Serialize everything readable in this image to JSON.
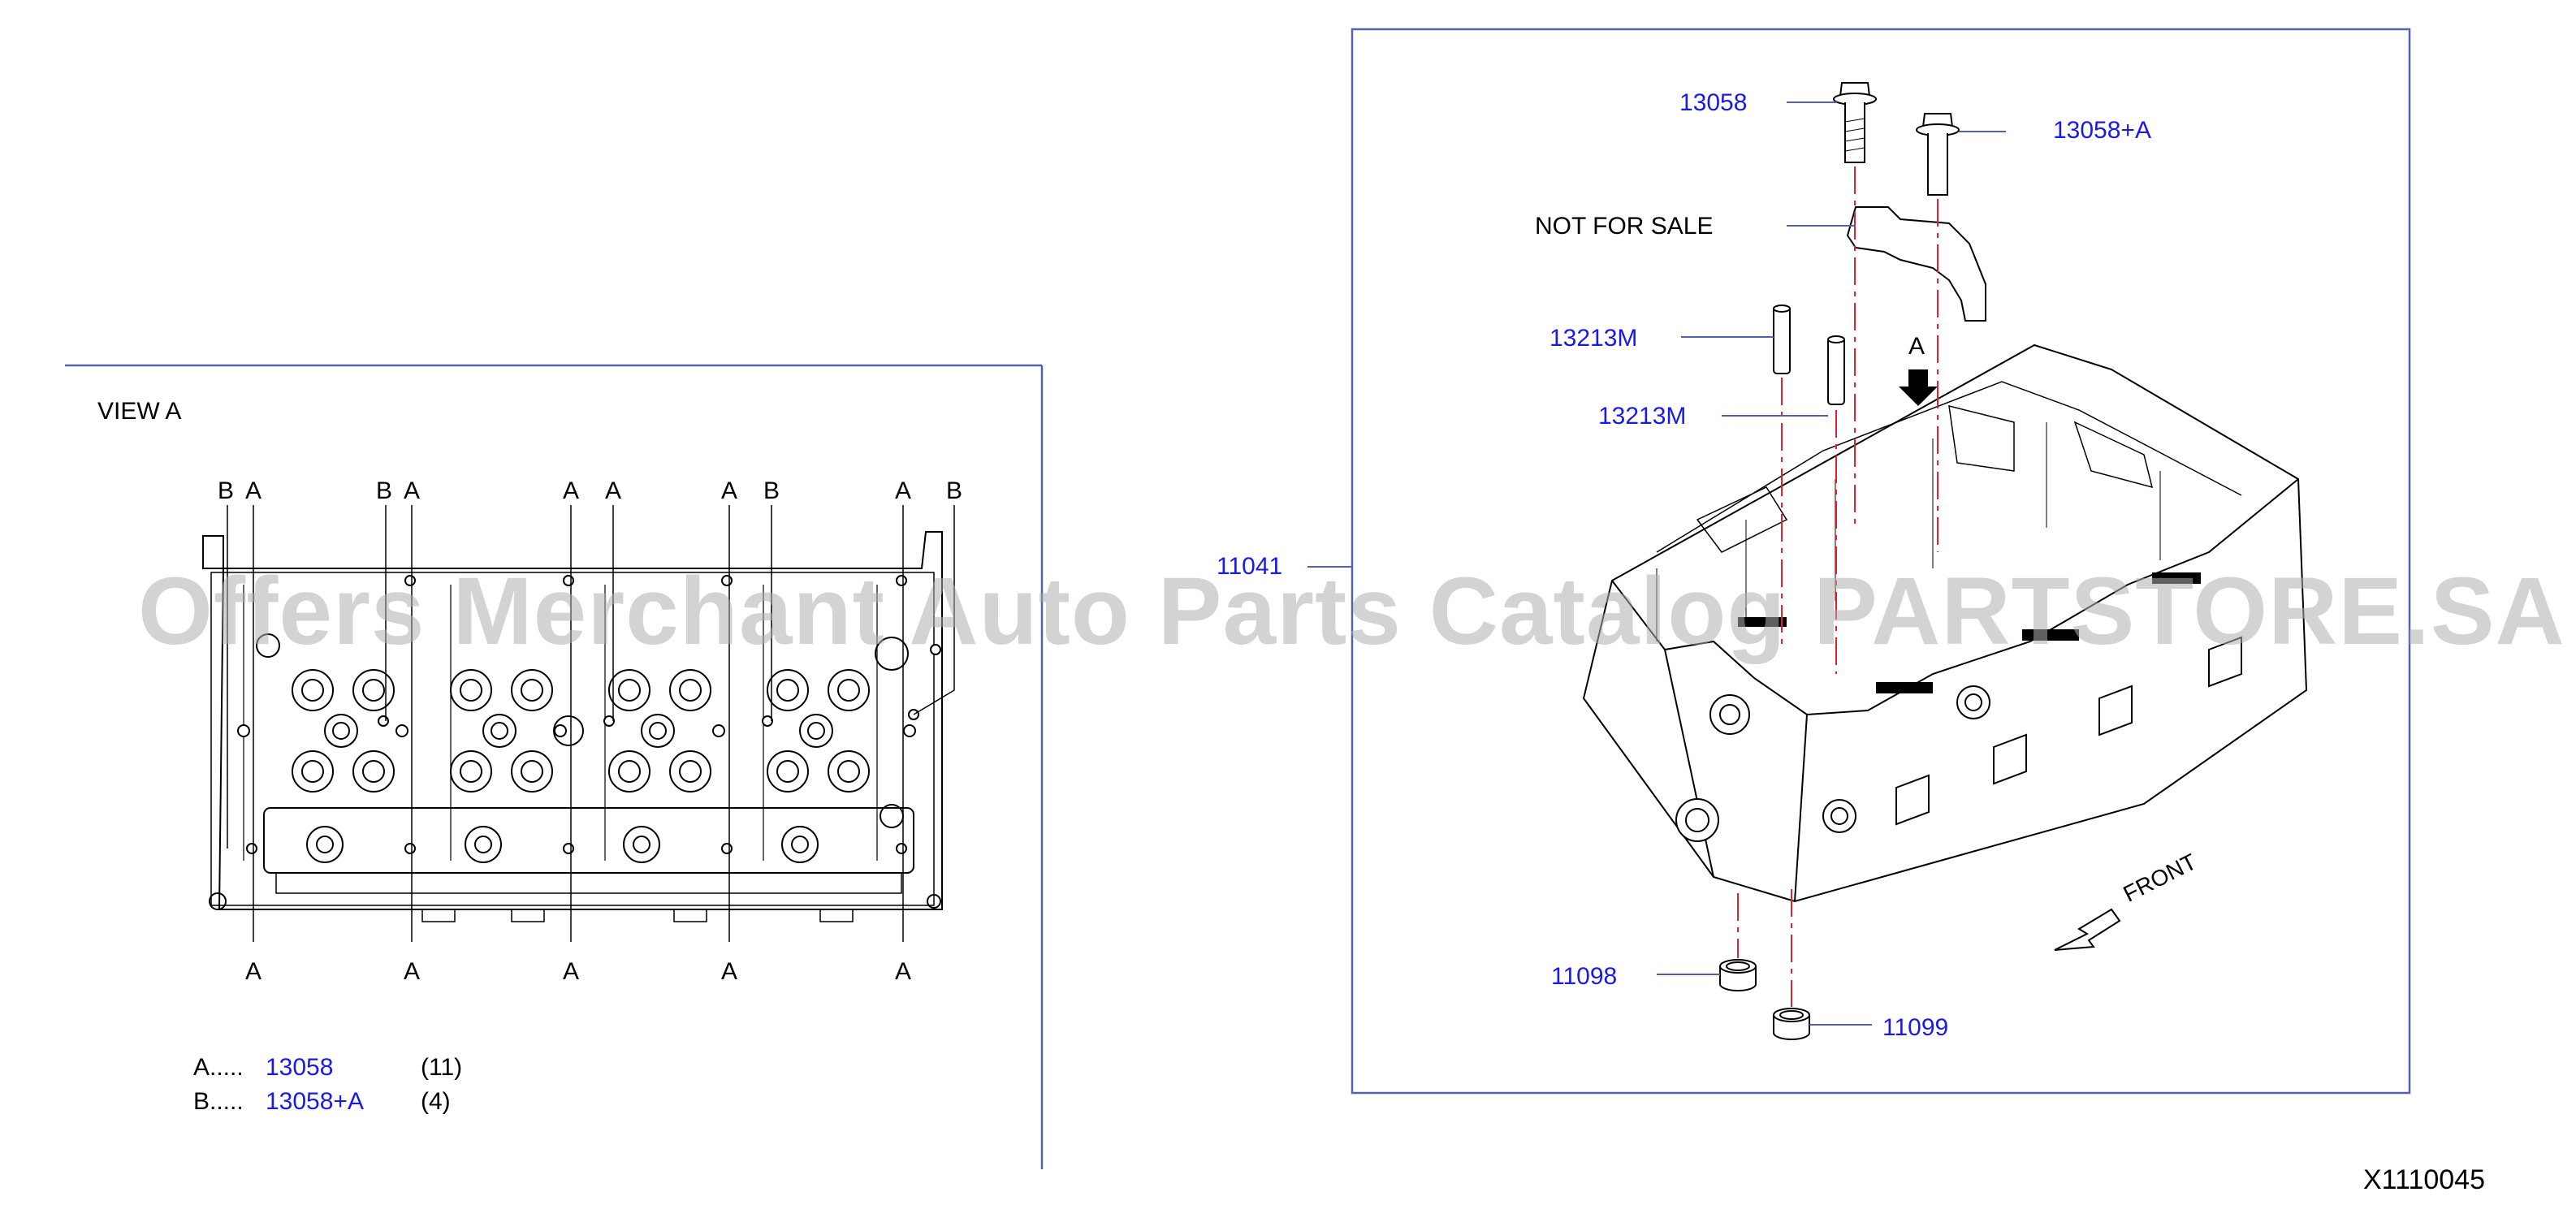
{
  "watermark": "Offers Merchant Auto Parts Catalog PARTSTORE.SA",
  "view_a": {
    "title": "VIEW  A",
    "top_markers": [
      "B",
      "A",
      "B",
      "A",
      "A",
      "A",
      "A",
      "B",
      "A",
      "B"
    ],
    "bottom_markers": [
      "A",
      "A",
      "A",
      "A",
      "A"
    ],
    "legend": [
      {
        "key": "A.....",
        "part": "13058",
        "qty": "(11)"
      },
      {
        "key": "B.....",
        "part": "13058+A",
        "qty": "(4)"
      }
    ]
  },
  "main": {
    "view_arrow_label": "A",
    "front_label": "FRONT",
    "parts": {
      "p13058": "13058",
      "p13058a": "13058+A",
      "not_for_sale": "NOT  FOR  SALE",
      "p13213m_1": "13213M",
      "p13213m_2": "13213M",
      "p11041": "11041",
      "p11098": "11098",
      "p11099": "11099"
    }
  },
  "diagram_id": "X1110045",
  "colors": {
    "part_link": "#1a1ae6",
    "frame": "#5561a8",
    "centerline": "#e0202a"
  }
}
